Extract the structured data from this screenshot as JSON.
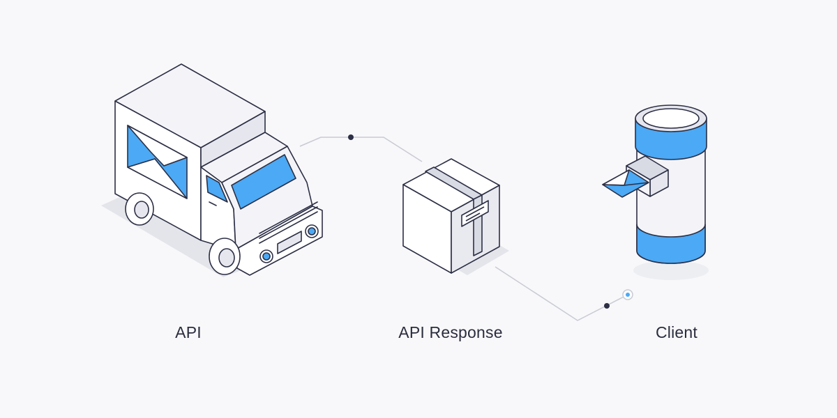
{
  "colors": {
    "background": "#f8f8fa",
    "accent_blue": "#4ba9f5",
    "line": "#2c2f45",
    "connector": "#c9cbd3",
    "panel_light": "#ffffff",
    "panel_shade": "#e6e7ee",
    "shadow": "#e4e5ea",
    "text": "#2a2d3e"
  },
  "nodes": [
    {
      "id": "api",
      "label": "API",
      "icon": "delivery-truck-icon"
    },
    {
      "id": "response",
      "label": "API Response",
      "icon": "package-box-icon"
    },
    {
      "id": "client",
      "label": "Client",
      "icon": "mail-tube-icon"
    }
  ],
  "edges": [
    {
      "from": "api",
      "to": "response"
    },
    {
      "from": "response",
      "to": "client"
    }
  ]
}
